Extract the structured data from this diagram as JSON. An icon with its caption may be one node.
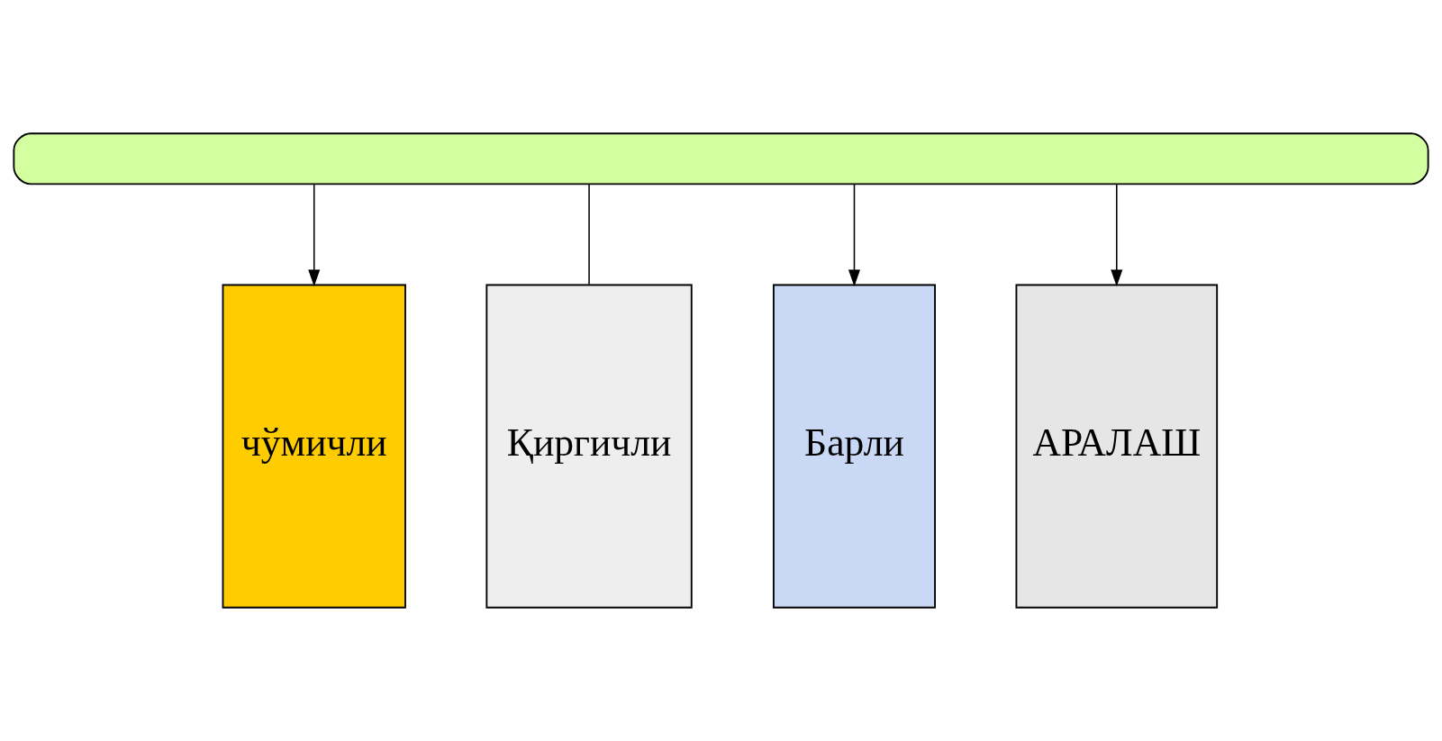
{
  "diagram": {
    "nodes": [
      {
        "text": [],
        "shape": "box"
      },
      {
        "text": [
          "чўмичли"
        ]
      },
      {
        "text": [
          "Қиргичли"
        ]
      },
      {
        "text": [
          "Барли"
        ]
      },
      {
        "text": [
          "АРАЛАШ"
        ]
      }
    ],
    "edges": [
      {
        "from": 0,
        "to": 1,
        "arrow": "to"
      },
      {
        "from": 0,
        "to": 2,
        "arrow": "none"
      },
      {
        "from": 0,
        "to": 3,
        "arrow": "to"
      },
      {
        "from": 0,
        "to": 4,
        "arrow": "to"
      }
    ]
  }
}
